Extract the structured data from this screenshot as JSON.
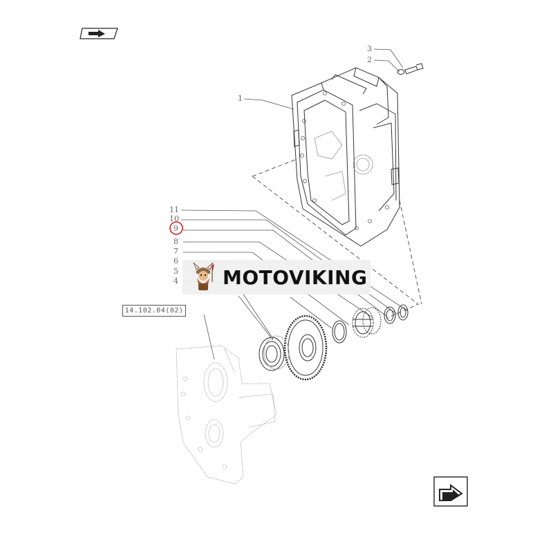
{
  "brand": {
    "name": "MOTOVIKING",
    "mascot_icon": "viking-mascot-icon"
  },
  "reference_box": {
    "label": "14.102.04(02)"
  },
  "callouts": {
    "c1": "1",
    "c2": "2",
    "c3": "3",
    "c4": "4",
    "c5": "5",
    "c6": "6",
    "c7": "7",
    "c8": "8",
    "c9": "9",
    "c10": "10",
    "c11": "11"
  },
  "highlight": {
    "callout": "9",
    "color": "#d62020"
  },
  "icons": {
    "top_left": "book-arrow-icon",
    "bottom_right": "next-page-arrow-icon"
  }
}
